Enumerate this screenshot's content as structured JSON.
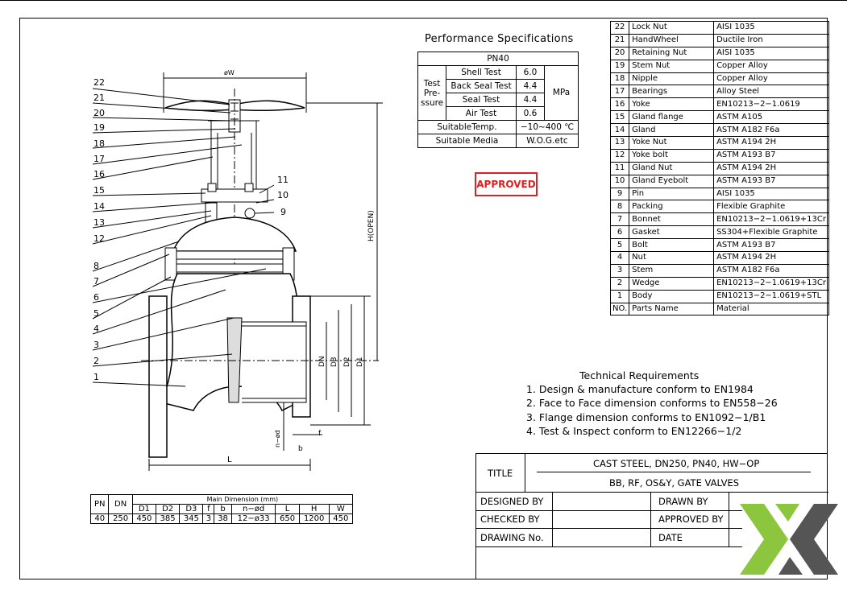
{
  "performance": {
    "title": "Performance Specifications",
    "class": "PN40",
    "test_pressure_label": "Test Pre- ssure",
    "tests": [
      {
        "name": "Shell Test",
        "value": "6.0"
      },
      {
        "name": "Back Seal Test",
        "value": "4.4"
      },
      {
        "name": "Seal Test",
        "value": "4.4"
      },
      {
        "name": "Air Test",
        "value": "0.6"
      }
    ],
    "unit": "MPa",
    "temp_label": "SuitableTemp.",
    "temp_value": "−10~400 ℃",
    "media_label": "Suitable Media",
    "media_value": "W.O.G.etc"
  },
  "stamp": "APPROVED",
  "parts": [
    {
      "no": "22",
      "name": "Lock Nut",
      "material": "AISI 1035"
    },
    {
      "no": "21",
      "name": "HandWheel",
      "material": "Ductile Iron"
    },
    {
      "no": "20",
      "name": "Retaining Nut",
      "material": "AISI 1035"
    },
    {
      "no": "19",
      "name": "Stem Nut",
      "material": "Copper Alloy"
    },
    {
      "no": "18",
      "name": "Nipple",
      "material": "Copper Alloy"
    },
    {
      "no": "17",
      "name": "Bearings",
      "material": "Alloy Steel"
    },
    {
      "no": "16",
      "name": "Yoke",
      "material": "EN10213−2−1.0619"
    },
    {
      "no": "15",
      "name": "Gland flange",
      "material": "ASTM A105"
    },
    {
      "no": "14",
      "name": "Gland",
      "material": "ASTM A182 F6a"
    },
    {
      "no": "13",
      "name": "Yoke Nut",
      "material": "ASTM A194 2H"
    },
    {
      "no": "12",
      "name": "Yoke bolt",
      "material": "ASTM A193 B7"
    },
    {
      "no": "11",
      "name": "Gland Nut",
      "material": "ASTM A194 2H"
    },
    {
      "no": "10",
      "name": "Gland Eyebolt",
      "material": "ASTM A193 B7"
    },
    {
      "no": "9",
      "name": "Pin",
      "material": "AISI 1035"
    },
    {
      "no": "8",
      "name": "Packing",
      "material": "Flexible Graphite"
    },
    {
      "no": "7",
      "name": "Bonnet",
      "material": "EN10213−2−1.0619+13Cr"
    },
    {
      "no": "6",
      "name": "Gasket",
      "material": "SS304+Flexible Graphite"
    },
    {
      "no": "5",
      "name": "Bolt",
      "material": "ASTM A193 B7"
    },
    {
      "no": "4",
      "name": "Nut",
      "material": "ASTM A194 2H"
    },
    {
      "no": "3",
      "name": "Stem",
      "material": "ASTM A182 F6a"
    },
    {
      "no": "2",
      "name": "Wedge",
      "material": "EN10213−2−1.0619+13Cr"
    },
    {
      "no": "1",
      "name": "Body",
      "material": "EN10213−2−1.0619+STL"
    }
  ],
  "parts_header": {
    "no": "NO.",
    "name": "Parts Name",
    "material": "Material"
  },
  "technical": {
    "title": "Technical Requirements",
    "items": [
      "1. Design & manufacture conform to EN1984",
      "2. Face to Face dimension conforms to EN558−26",
      "3. Flange dimension conforms to EN1092−1/B1",
      "4. Test & Inspect conform to EN12266−1/2"
    ]
  },
  "title_block": {
    "title_label": "TITLE",
    "title_line1": "CAST STEEL, DN250, PN40, HW−OP",
    "title_line2": "BB, RF, OS&Y, GATE VALVES",
    "designed_by": "DESIGNED BY",
    "checked_by": "CHECKED  BY",
    "drawing_no": "DRAWING No.",
    "drawn_by": "DRAWN BY",
    "approved_by": "APPROVED BY",
    "date": "DATE"
  },
  "dimensions": {
    "caption": "Main Dimension (mm)",
    "headers": [
      "PN",
      "DN",
      "D1",
      "D2",
      "D3",
      "f",
      "b",
      "n−ød",
      "L",
      "H",
      "W"
    ],
    "row": [
      "40",
      "250",
      "450",
      "385",
      "345",
      "3",
      "38",
      "12−ø33",
      "650",
      "1200",
      "450"
    ]
  },
  "drawing_labels": {
    "w": "øW",
    "h": "H(OPEN)",
    "l": "L",
    "dn": "DN",
    "d3": "D3",
    "d2": "D2",
    "d1": "D1",
    "f": "f",
    "b": "b",
    "nd": "n−ød"
  },
  "callouts": [
    "22",
    "21",
    "20",
    "19",
    "18",
    "17",
    "16",
    "15",
    "14",
    "13",
    "12",
    "8",
    "7",
    "6",
    "5",
    "4",
    "3",
    "2",
    "1",
    "11",
    "10",
    "9"
  ],
  "colors": {
    "stamp": "#e02020",
    "logo_green": "#8cc63f",
    "logo_gray": "#555555"
  }
}
